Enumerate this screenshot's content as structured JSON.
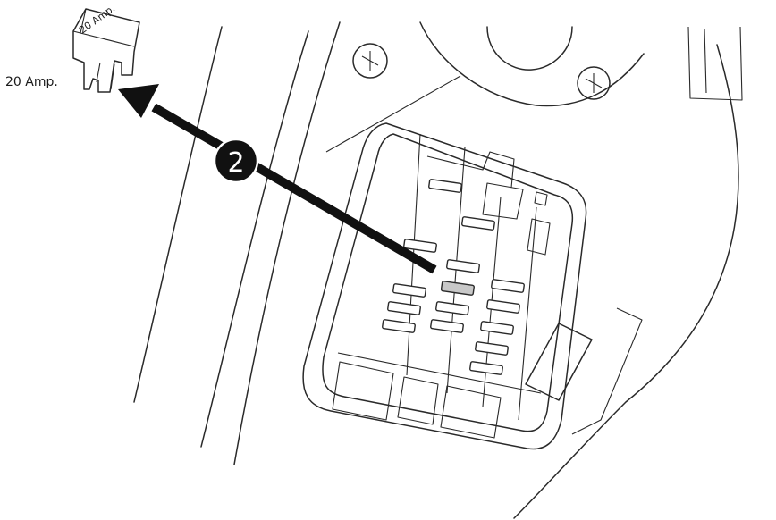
{
  "callout": {
    "fuse_label": "20 Amp.",
    "fuse_body_label": "20 Amp.",
    "step_number": "2"
  },
  "colors": {
    "line": "#2a2a2a",
    "arrow": "#111111",
    "highlighted_fuse": "#c8c8c8",
    "background": "#ffffff"
  }
}
